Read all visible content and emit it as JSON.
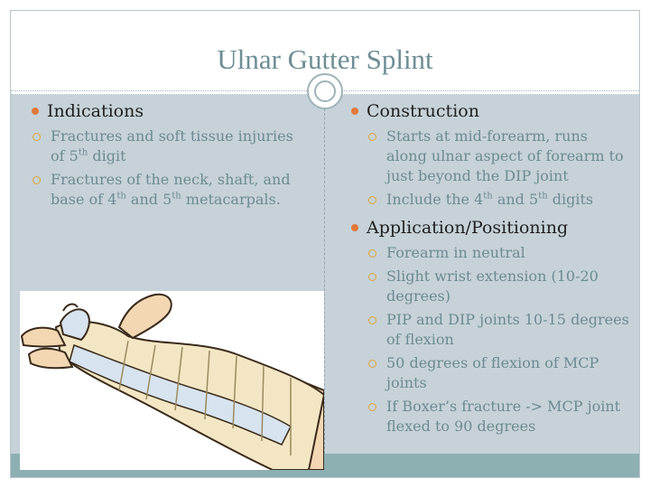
{
  "slide": {
    "title": "Ulnar Gutter Splint"
  },
  "left_column": {
    "heading": "Indications",
    "items": [
      {
        "pre": "Fractures and soft tissue injuries of 5",
        "sup": "th",
        "post": " digit"
      },
      {
        "pre": " Fractures of the neck, shaft, and base of 4",
        "sup": "th",
        "mid": " and 5",
        "sup2": "th",
        "post": " metacarpals."
      }
    ]
  },
  "right_column": {
    "sections": [
      {
        "heading": "Construction",
        "items": [
          {
            "text": "Starts at mid-forearm, runs along ulnar aspect of forearm to just beyond the DIP joint"
          },
          {
            "pre": "Include the 4",
            "sup": "th",
            "mid": " and 5",
            "sup2": "th",
            "post": " digits"
          }
        ]
      },
      {
        "heading": "Application/Positioning",
        "items": [
          {
            "text": "Forearm in neutral"
          },
          {
            "text": "Slight wrist extension (10-20 degrees)"
          },
          {
            "text": "PIP and DIP joints 10-15 degrees of flexion"
          },
          {
            "text": "50 degrees of flexion of MCP joints"
          },
          {
            "text": "If Boxer’s fracture -> MCP joint flexed to 90 degrees"
          }
        ]
      }
    ]
  },
  "colors": {
    "title": "#6f8e95",
    "content_bg": "#c6d2d8",
    "footer_bar": "#8db0b3",
    "bullet": "#e0793b",
    "sub_bullet": "#e0a33b",
    "sub_text": "#6d8a92"
  },
  "illustration": {
    "icon": "splinted-hand-illustration"
  }
}
